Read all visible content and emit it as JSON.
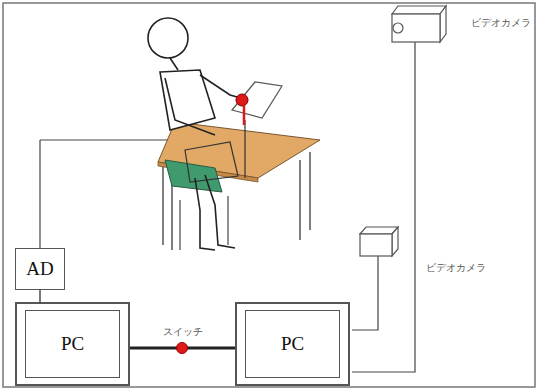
{
  "diagram": {
    "nodes": [
      {
        "text": [
          "AD"
        ]
      },
      {
        "text": [
          "PC"
        ]
      },
      {
        "text": [
          "PC"
        ]
      }
    ],
    "edges": [
      {
        "from": 0,
        "to": 1,
        "arrow": "none"
      },
      {
        "from": 1,
        "to": 2,
        "arrow": "none",
        "label": "スイッチ"
      }
    ],
    "labels": [
      "ビデオカメラ",
      "ビデオカメラ"
    ]
  }
}
